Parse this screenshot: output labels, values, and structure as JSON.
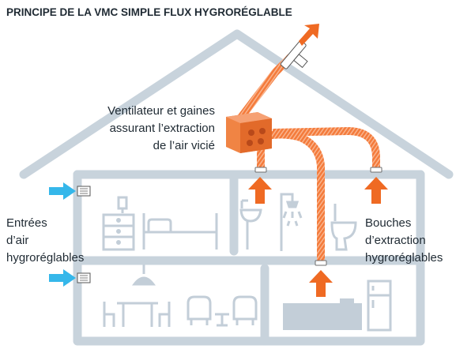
{
  "diagram": {
    "title": "PRINCIPE DE LA VMC SIMPLE FLUX HYGRORÉGLABLE",
    "labels": {
      "fan": [
        "Ventilateur et gaines",
        "assurant l’extraction",
        "de l’air vicié"
      ],
      "inlets": [
        "Entrées",
        "d’air",
        "hygroréglables"
      ],
      "outlets": [
        "Bouches",
        "d’extraction",
        "hygroréglables"
      ]
    },
    "colors": {
      "house_outline": "#c8d3dc",
      "furniture": "#c3ced8",
      "duct_orange": "#f47b3b",
      "duct_stripe": "#f9b48e",
      "arrow_orange": "#ef6a23",
      "inlet_blue": "#35b7ea",
      "text": "#1f2a33"
    },
    "icons": [
      "inlet-arrow-icon",
      "extraction-arrow-icon",
      "fan-box-icon",
      "roof-exhaust-icon"
    ]
  }
}
